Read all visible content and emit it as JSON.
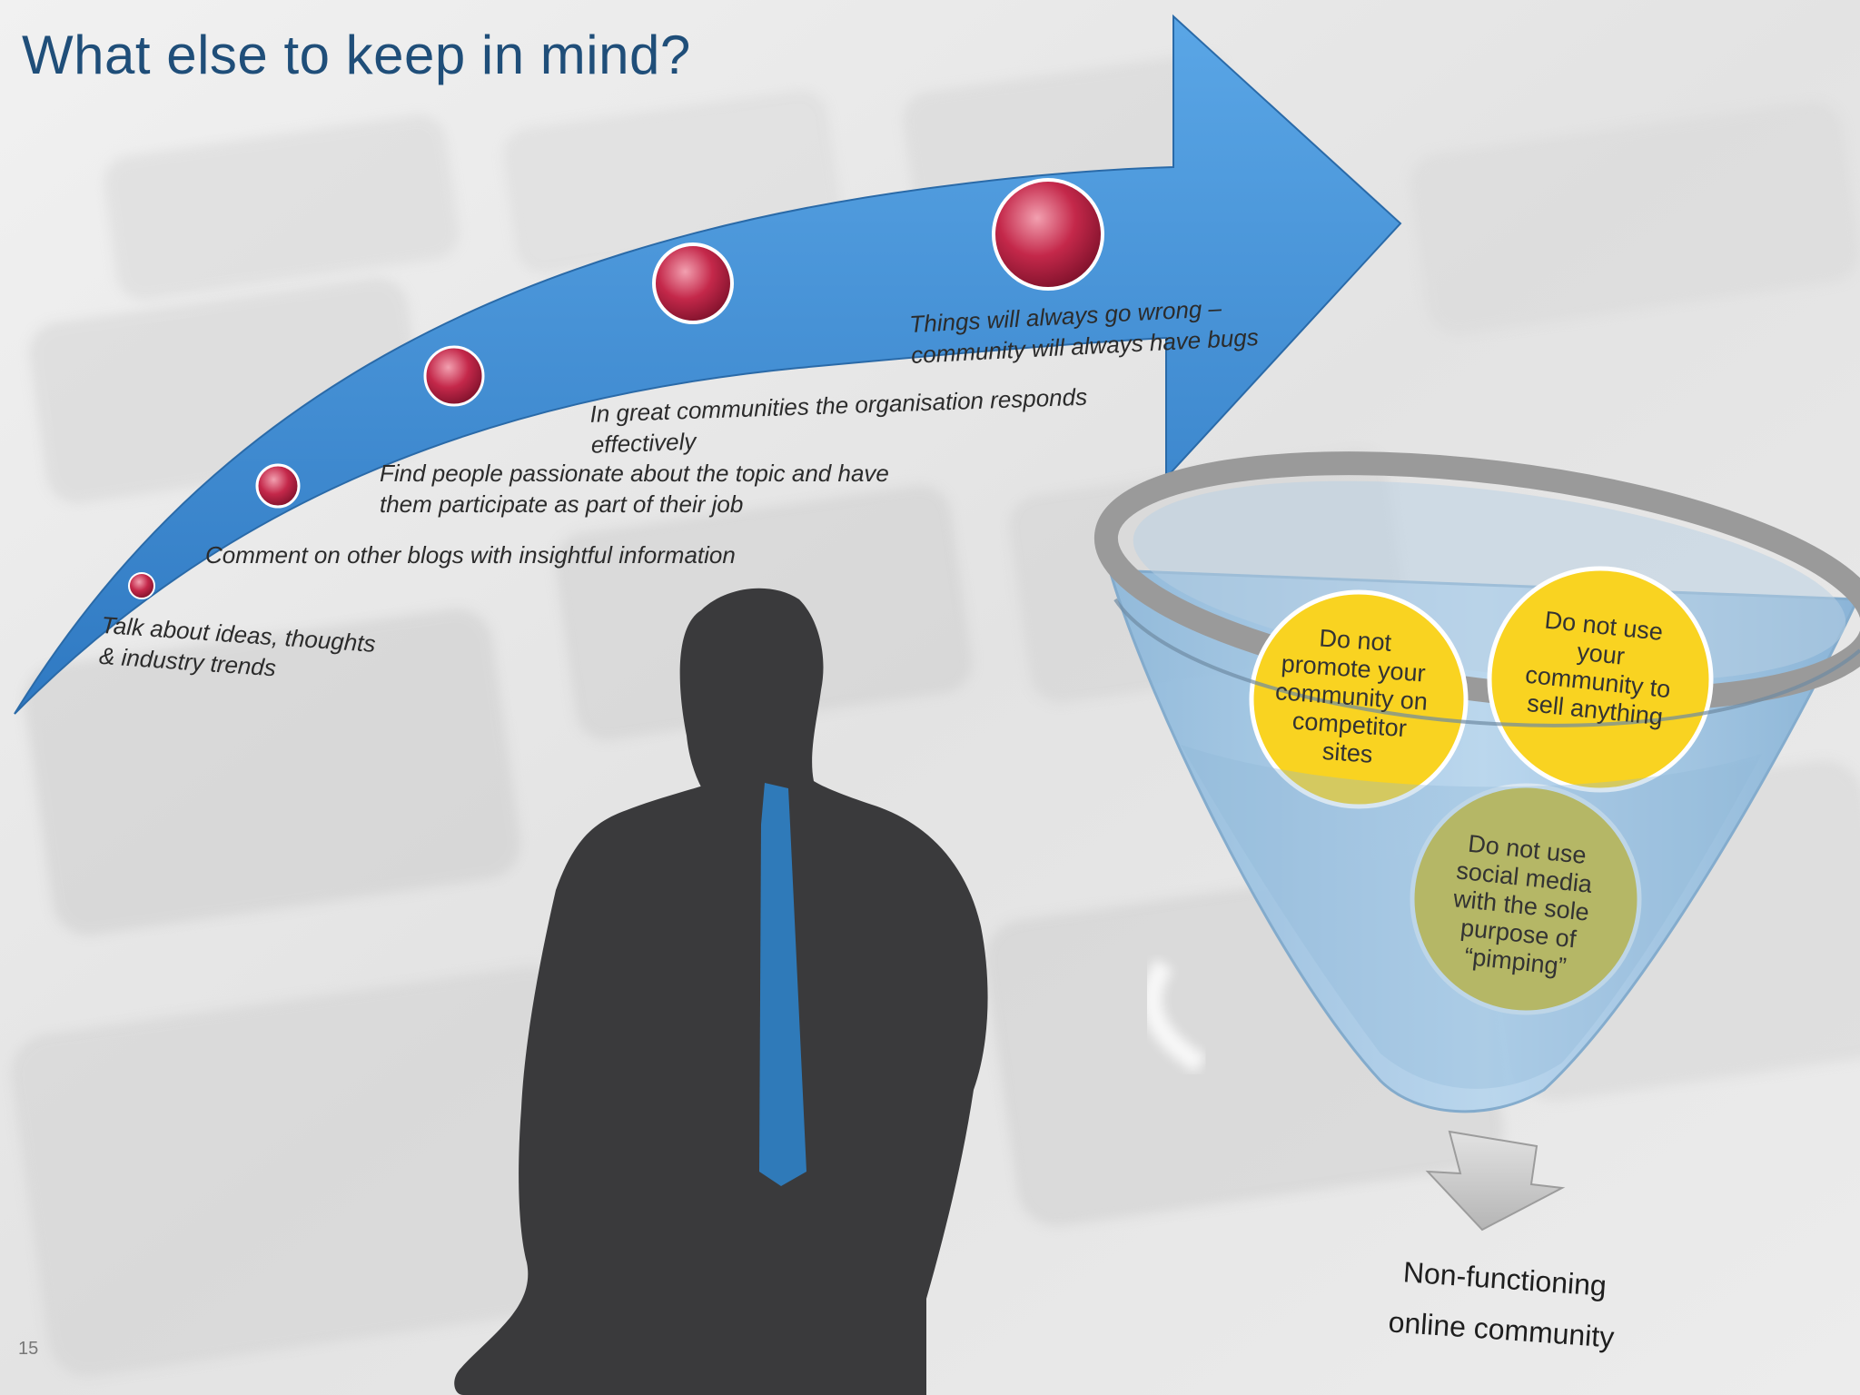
{
  "slide": {
    "title": "What else to keep in mind?",
    "page_number": "15"
  },
  "arrow": {
    "steps": [
      {
        "text": "Talk about ideas, thoughts & industry trends"
      },
      {
        "text": "Comment on other blogs with insightful information"
      },
      {
        "text": "Find people passionate about the topic and have them participate as part of their job"
      },
      {
        "text": "In great communities the organisation responds effectively"
      },
      {
        "text": "Things will always go wrong – community will always have bugs"
      }
    ]
  },
  "funnel": {
    "items": [
      {
        "text": "Do not promote your community on competitor sites"
      },
      {
        "text": "Do not use your community to sell anything"
      },
      {
        "text": "Do not use social media with the sole purpose of “pimping”"
      }
    ],
    "result": "Non-functioning online community"
  },
  "colors": {
    "title": "#1f4e79",
    "arrow": "#3e8ed3",
    "dot": "#c4284a",
    "coin": "#f9d321",
    "funnel": "#9ec6e6",
    "silhouette": "#3a3a3c",
    "tie": "#2f7ab9"
  }
}
